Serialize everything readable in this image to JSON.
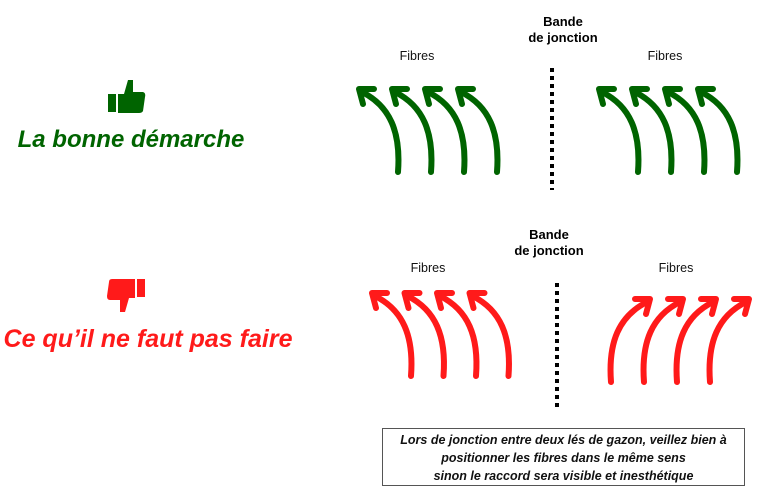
{
  "good": {
    "band_label_line1": "Bande",
    "band_label_line2": "de jonction",
    "fibres_left": "Fibres",
    "fibres_right": "Fibres",
    "title": "La bonne démarche",
    "icon": "thumbs-up-icon",
    "color": "#006400"
  },
  "bad": {
    "band_label_line1": "Bande",
    "band_label_line2": "de jonction",
    "fibres_left": "Fibres",
    "fibres_right": "Fibres",
    "title": "Ce qu’il ne faut pas faire",
    "icon": "thumbs-down-icon",
    "color": "#ff1a1a"
  },
  "note": {
    "line1": "Lors de jonction entre deux lés de gazon, veillez bien à",
    "line2": "positionner les fibres dans le même sens",
    "line3": "sinon le raccord sera visible et inesthétique"
  }
}
